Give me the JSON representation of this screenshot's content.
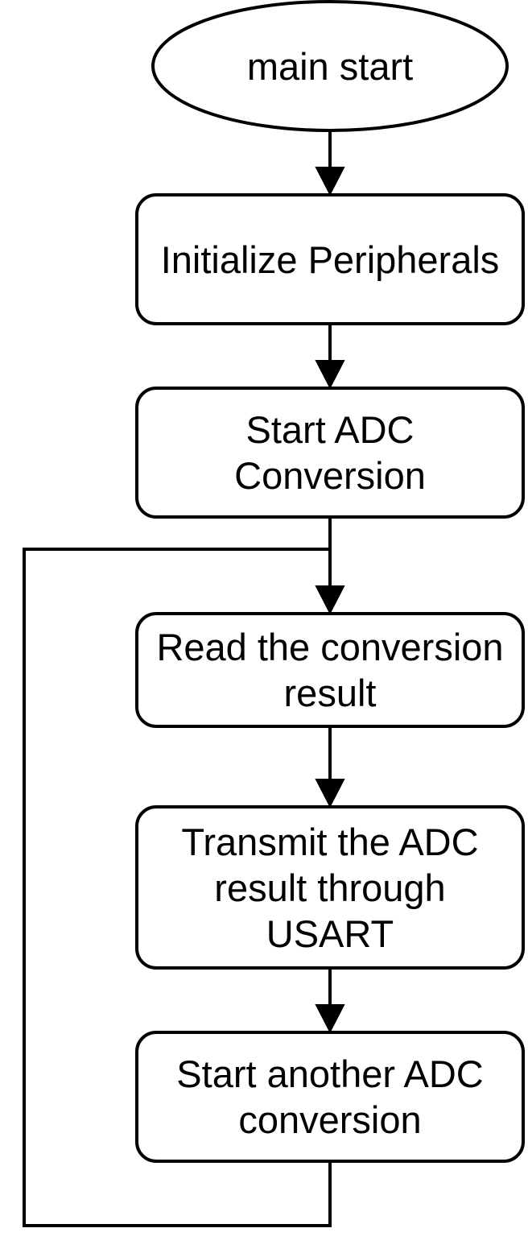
{
  "diagram": {
    "nodes": {
      "start": {
        "shape": "ellipse",
        "lines": [
          "main start"
        ]
      },
      "init": {
        "shape": "rounded-rect",
        "lines": [
          "Initialize Peripherals"
        ]
      },
      "start_adc": {
        "shape": "rounded-rect",
        "lines": [
          "Start ADC",
          "Conversion"
        ]
      },
      "read": {
        "shape": "rounded-rect",
        "lines": [
          "Read the conversion",
          "result"
        ]
      },
      "transmit": {
        "shape": "rounded-rect",
        "lines": [
          "Transmit the ADC",
          "result through",
          "USART"
        ]
      },
      "restart": {
        "shape": "rounded-rect",
        "lines": [
          "Start another ADC",
          "conversion"
        ]
      }
    },
    "edges": [
      {
        "from": "start",
        "to": "init"
      },
      {
        "from": "init",
        "to": "start_adc"
      },
      {
        "from": "start_adc",
        "to": "read"
      },
      {
        "from": "read",
        "to": "transmit"
      },
      {
        "from": "transmit",
        "to": "restart"
      },
      {
        "from": "restart",
        "to": "read",
        "style": "loop-back-left"
      }
    ],
    "colors": {
      "stroke": "#000000",
      "fill": "#ffffff",
      "text": "#000000"
    }
  }
}
